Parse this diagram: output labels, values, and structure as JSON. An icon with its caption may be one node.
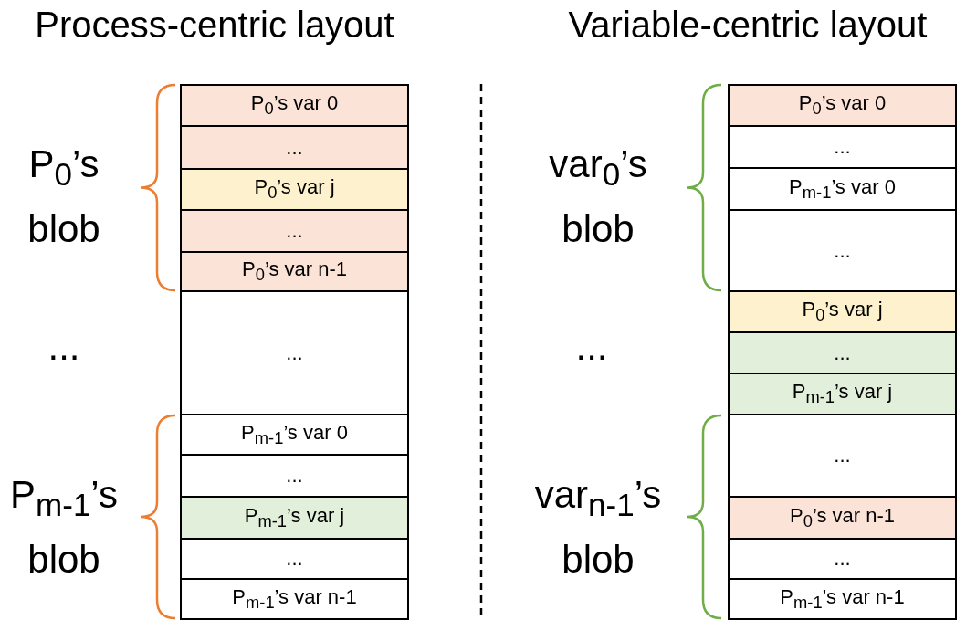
{
  "diagram": {
    "nodes": [
      {
        "text": [
          "P$_{0}$’s var 0"
        ]
      },
      {
        "text": [
          "..."
        ]
      },
      {
        "text": [
          "P$_{0}$’s var j"
        ]
      },
      {
        "text": [
          "..."
        ]
      },
      {
        "text": [
          "P$_{0}$’s var n-1"
        ]
      },
      {
        "text": [
          "..."
        ]
      },
      {
        "text": [
          "P$_{m-1}$’s var 0"
        ]
      },
      {
        "text": [
          "..."
        ]
      },
      {
        "text": [
          "P$_{m-1}$’s var j"
        ]
      },
      {
        "text": [
          "..."
        ]
      },
      {
        "text": [
          "P$_{m-1}$’s var n-1"
        ]
      },
      {
        "text": [
          "P$_{0}$’s var 0"
        ]
      },
      {
        "text": [
          "..."
        ]
      },
      {
        "text": [
          "P$_{m-1}$’s var 0"
        ]
      },
      {
        "text": [
          "..."
        ]
      },
      {
        "text": [
          "P$_{0}$’s var j"
        ]
      },
      {
        "text": [
          "..."
        ]
      },
      {
        "text": [
          "P$_{m-1}$’s var j"
        ]
      },
      {
        "text": [
          "..."
        ]
      },
      {
        "text": [
          "P$_{0}$’s var n-1"
        ]
      },
      {
        "text": [
          "..."
        ]
      },
      {
        "text": [
          "P$_{m-1}$’s var n-1"
        ]
      }
    ],
    "edges": [],
    "labels": [
      "Process-centric layout",
      "Variable-centric layout",
      "P$_{0}$’s blob",
      "...",
      "P$_{m-1}$’s blob",
      "var$_{0}$’s blob",
      "...",
      "var$_{n-1}$’s blob"
    ]
  }
}
